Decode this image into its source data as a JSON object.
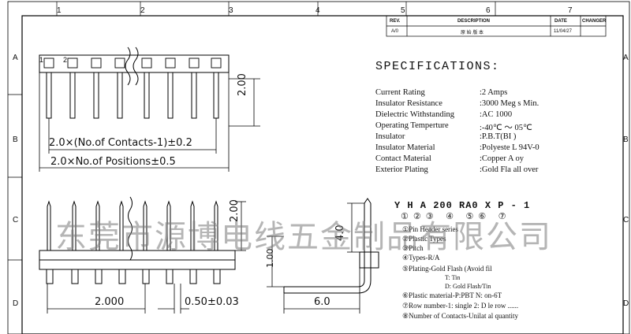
{
  "border": {
    "columns": [
      "1",
      "2",
      "3",
      "4",
      "5",
      "6",
      "7"
    ],
    "rows": [
      "A",
      "B",
      "C",
      "D"
    ]
  },
  "revision_table": {
    "headers": [
      "REV.",
      "DESCRIPTION",
      "DATE",
      "CHANGER"
    ],
    "row": {
      "rev": "A/0",
      "description": "原 始 版 本",
      "date": "11/04/27",
      "changer": ""
    }
  },
  "specifications": {
    "title": "SPECIFICATIONS:",
    "rows": [
      {
        "label": "Current Rating",
        "value": ":2 Amps"
      },
      {
        "label": "Insulator Resistance",
        "value": ":3000 Meg    s Min."
      },
      {
        "label": "Dielectric Withstanding",
        "value": ":AC 1000"
      },
      {
        "label": "Operating Temperture",
        "value": ":-40℃ ～    05℃"
      },
      {
        "label": "Insulator",
        "value": ":P.B.T(BI    )"
      },
      {
        "label": "Insulator Material",
        "value": ":Polyeste    L 94V-0"
      },
      {
        "label": "Contact Material",
        "value": ":Copper A    oy"
      },
      {
        "label": "Exterior Plating",
        "value": ":Gold Fla    all over"
      }
    ]
  },
  "part_number": {
    "code": "Y H A 200 RA0  X P - 1",
    "index_marks": "①②③ ④  ⑤⑥ ⑦",
    "legend": [
      {
        "mark": "①",
        "text": "Pin Header series"
      },
      {
        "mark": "②",
        "text": "Plastic Types"
      },
      {
        "mark": "③",
        "text": "Pitch"
      },
      {
        "mark": "④",
        "text": "Types-R/A"
      },
      {
        "mark": "⑤",
        "text": "Plating-Gold Flash (Avoid fil"
      },
      {
        "mark": "⑥",
        "text": "Plastic material-P:PBT  N:     on-6T"
      },
      {
        "mark": "⑦",
        "text": "Row number-1: single   2: D    le row ......"
      },
      {
        "mark": "⑧",
        "text": "Number of Contacts-Unilat     al quantity"
      }
    ],
    "plating_sub": [
      "T: Tin",
      "D: Gold Flash/Tin"
    ]
  },
  "dimensions": {
    "contacts": "2.0×(No.of Contacts-1)±0.2",
    "positions": "2.0×No.of Positions±0.5",
    "pitch_height": "2.00",
    "pitch_height_2": "2.00",
    "width": "2.000",
    "pin_size": "0.50±0.03",
    "side_height": "4.0",
    "side_left": "1.00",
    "side_length": "6.0",
    "pin1_label": "1",
    "pin2_label": "2"
  },
  "watermark": "东莞市源博电线五金制品有限公司"
}
